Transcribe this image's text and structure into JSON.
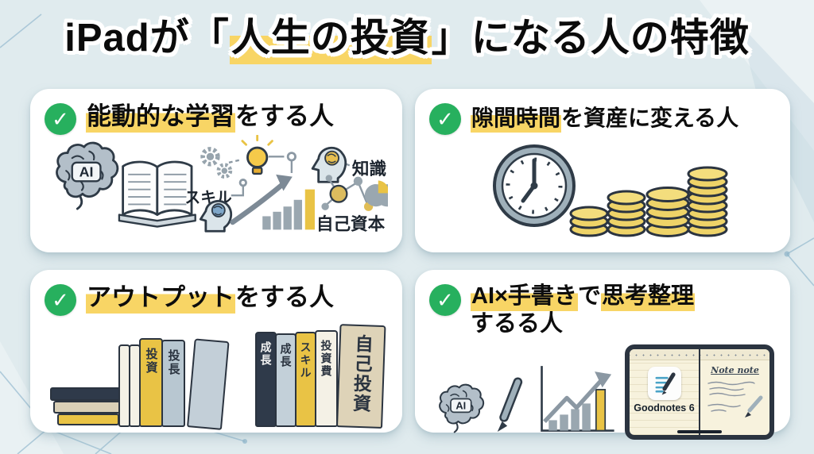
{
  "title": {
    "pre": "iPadが「",
    "highlight": "人生の投資",
    "post": "」になる人の特徴"
  },
  "icons": {
    "check": "✓"
  },
  "colors": {
    "background": "#e0ebee",
    "card": "#ffffff",
    "highlight_yellow": "#f8d565",
    "check_green": "#27b05e",
    "coin_yellow": "#eed368",
    "icon_gray": "#9aa7b0",
    "dark_line": "#2f3b47"
  },
  "cards": [
    {
      "title": [
        {
          "text": "能動的な学習",
          "highlight": true
        },
        {
          "text": "をする人",
          "highlight": false
        }
      ],
      "labels": {
        "ai": "AI",
        "skill": "スキル",
        "knowledge": "知識",
        "capital": "自己資本"
      }
    },
    {
      "title": [
        {
          "text": "隙間時間",
          "highlight": true
        },
        {
          "text": "を資産に変える人",
          "highlight": false
        }
      ]
    },
    {
      "title": [
        {
          "text": "アウトプット",
          "highlight": true
        },
        {
          "text": "をする人",
          "highlight": false
        }
      ],
      "book_spines_left": [
        "投資",
        "投長"
      ],
      "book_spines_right": [
        "成長",
        "成長",
        "スキル",
        "投資費",
        "自己投資"
      ]
    },
    {
      "title_line1": [
        {
          "text": "AI×手書き",
          "highlight": true
        },
        {
          "text": "で",
          "highlight": false
        },
        {
          "text": "思考整理",
          "highlight": true
        }
      ],
      "title_line2": "するる人",
      "labels": {
        "ai": "AI",
        "app_name": "Goodnotes 6",
        "note_title": "Note note"
      }
    }
  ]
}
